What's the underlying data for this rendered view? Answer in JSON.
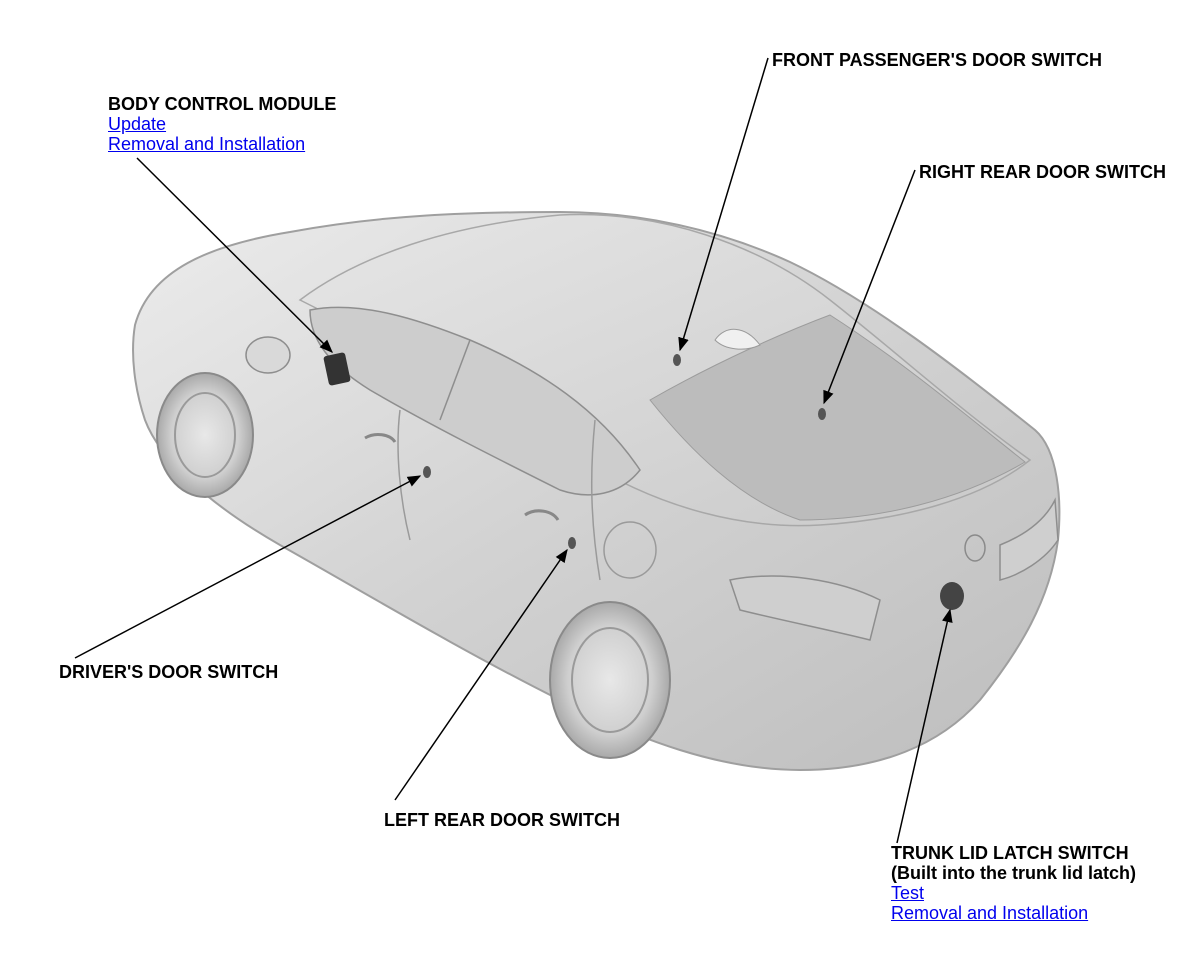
{
  "colors": {
    "link": "#0000ee",
    "leader": "#000000",
    "car_body": "#d6d6d6"
  },
  "callouts": {
    "bcm": {
      "label": "BODY CONTROL MODULE",
      "links": [
        "Update",
        "Removal and Installation"
      ]
    },
    "front_passenger": {
      "label": "FRONT PASSENGER'S DOOR SWITCH"
    },
    "right_rear": {
      "label": "RIGHT REAR DOOR SWITCH"
    },
    "driver": {
      "label": "DRIVER'S DOOR SWITCH"
    },
    "left_rear": {
      "label": "LEFT REAR DOOR SWITCH"
    },
    "trunk": {
      "label": "TRUNK LID LATCH SWITCH",
      "sublabel": "(Built into the trunk lid latch)",
      "links": [
        "Test",
        "Removal and Installation"
      ]
    }
  }
}
